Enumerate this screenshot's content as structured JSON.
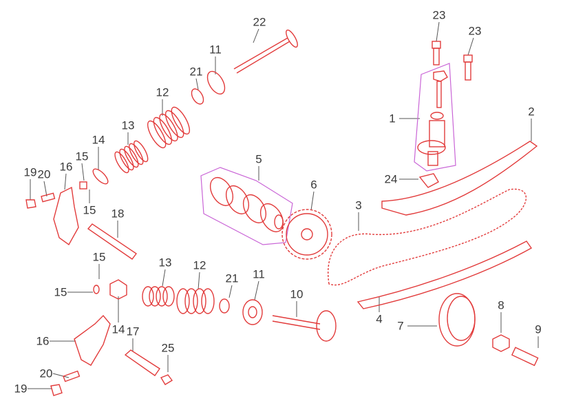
{
  "title": "Camshaft / valve train exploded parts diagram",
  "colors": {
    "part_line": "#e23b3b",
    "group_box": "#c964d6",
    "label": "#3a3a3a"
  },
  "labels": [
    "23",
    "23",
    "22",
    "11",
    "21",
    "12",
    "1",
    "2",
    "13",
    "14",
    "15",
    "16",
    "19",
    "20",
    "5",
    "6",
    "24",
    "3",
    "15",
    "18",
    "15",
    "13",
    "12",
    "21",
    "11",
    "10",
    "15",
    "14",
    "17",
    "4",
    "7",
    "8",
    "9",
    "16",
    "25",
    "20",
    "19"
  ]
}
